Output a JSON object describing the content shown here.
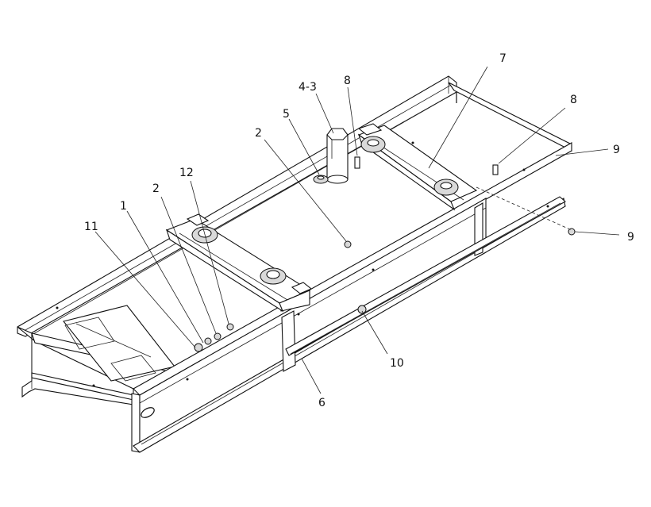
{
  "callouts": [
    {
      "id": "c-4-3",
      "text": "4-3"
    },
    {
      "id": "c-8a",
      "text": "8"
    },
    {
      "id": "c-7",
      "text": "7"
    },
    {
      "id": "c-5",
      "text": "5"
    },
    {
      "id": "c-8b",
      "text": "8"
    },
    {
      "id": "c-2a",
      "text": "2"
    },
    {
      "id": "c-9a",
      "text": "9"
    },
    {
      "id": "c-12",
      "text": "12"
    },
    {
      "id": "c-2b",
      "text": "2"
    },
    {
      "id": "c-9b",
      "text": "9"
    },
    {
      "id": "c-1",
      "text": "1"
    },
    {
      "id": "c-11",
      "text": "11"
    },
    {
      "id": "c-10",
      "text": "10"
    },
    {
      "id": "c-6",
      "text": "6"
    }
  ]
}
